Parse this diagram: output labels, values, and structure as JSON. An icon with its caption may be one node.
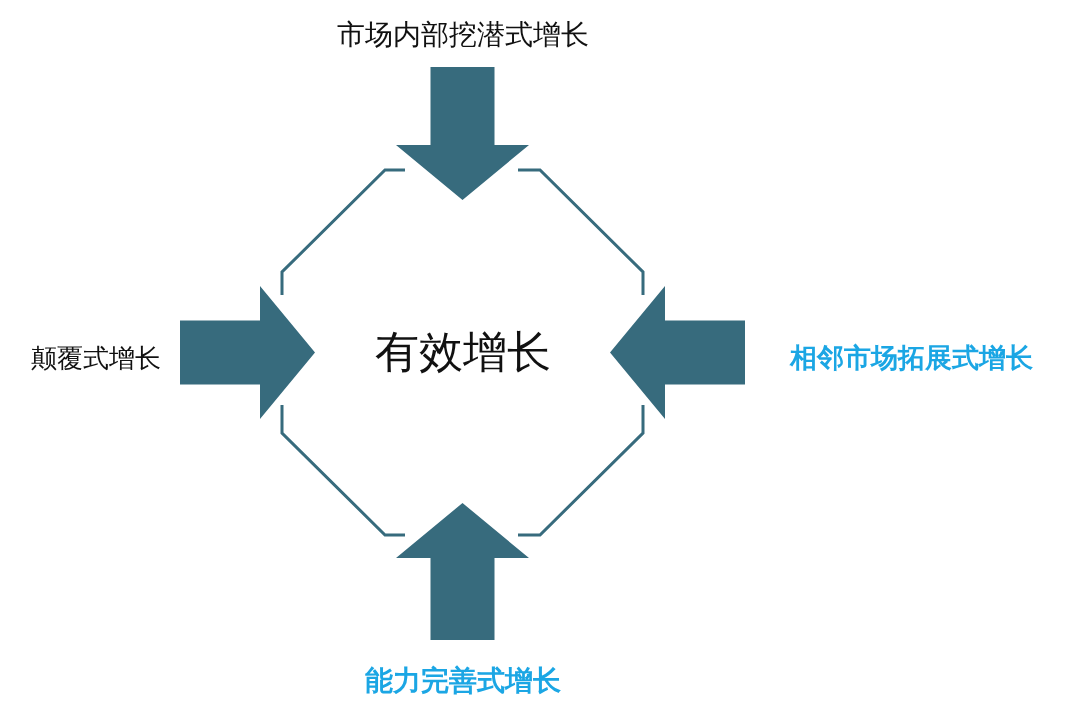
{
  "diagram": {
    "nodes": [
      {
        "text": [
          "有效增长"
        ]
      },
      {
        "text": [
          "市场内部挖潜式增长"
        ]
      },
      {
        "text": [
          "颠覆式增长"
        ]
      },
      {
        "text": [
          "相邻市场拓展式增长"
        ]
      },
      {
        "text": [
          "能力完善式增长"
        ]
      }
    ],
    "edges": [
      {
        "from": 1,
        "to": 0,
        "arrow": "to"
      },
      {
        "from": 2,
        "to": 0,
        "arrow": "to"
      },
      {
        "from": 3,
        "to": 0,
        "arrow": "to"
      },
      {
        "from": 4,
        "to": 0,
        "arrow": "to"
      }
    ]
  }
}
